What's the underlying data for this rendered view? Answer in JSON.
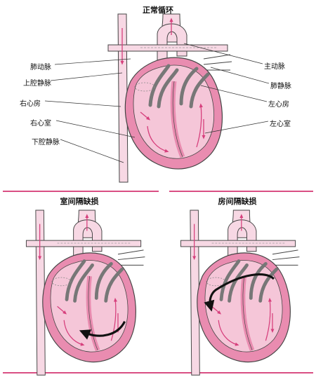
{
  "panels": {
    "normal": {
      "title": "正常循环",
      "labels": {
        "pulmonary_artery": "肺动脉",
        "superior_vena_cava": "上腔静脉",
        "right_atrium": "右心房",
        "right_ventricle": "右心室",
        "inferior_vena_cava": "下腔静脉",
        "aorta": "主动脉",
        "pulmonary_veins": "肺静脉",
        "left_atrium": "左心房",
        "left_ventricle": "左心室"
      }
    },
    "vsd": {
      "title": "室间隔缺损"
    },
    "asd": {
      "title": "房间隔缺损"
    }
  },
  "colors": {
    "heart_fill": "#f5c6d8",
    "heart_wall": "#e98cb0",
    "vessel_fill": "#f7d8e4",
    "outline": "#444444",
    "flow_arrow": "#d63f7c",
    "shunt_arrow": "#111111",
    "rule": "#d94f83"
  }
}
